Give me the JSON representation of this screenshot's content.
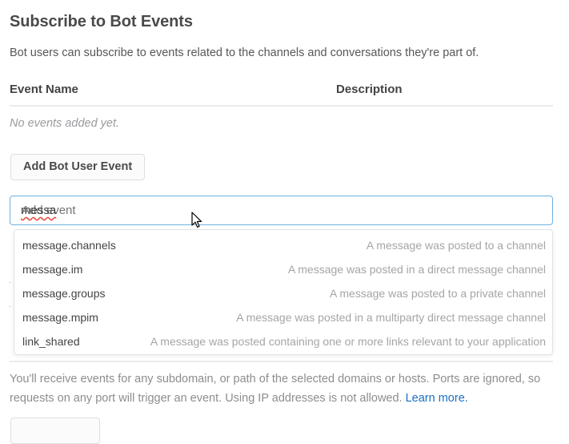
{
  "section": {
    "title": "Subscribe to Bot Events",
    "description": "Bot users can subscribe to events related to the channels and conversations they're part of."
  },
  "table": {
    "columns": [
      "Event Name",
      "Description"
    ],
    "empty_message": "No events added yet."
  },
  "actions": {
    "add_bot_user_event": "Add Bot User Event"
  },
  "combobox": {
    "value": "messa",
    "placeholder": "Add event",
    "spellcheck_flagged": true
  },
  "dropdown": {
    "options": [
      {
        "name": "message.channels",
        "description": "A message was posted to a channel"
      },
      {
        "name": "message.im",
        "description": "A message was posted in a direct message channel"
      },
      {
        "name": "message.groups",
        "description": "A message was posted to a private channel"
      },
      {
        "name": "message.mpim",
        "description": "A message was posted in a multiparty direct message channel"
      },
      {
        "name": "link_shared",
        "description": "A message was posted containing one or more links relevant to your application"
      }
    ]
  },
  "help": {
    "text": "You'll receive events for any subdomain, or path of the selected domains or hosts. Ports are ignored, so requests on any port will trigger an event. Using IP addresses is not allowed. ",
    "link_label": "Learn more."
  },
  "colors": {
    "accent_link": "#1b6ec2",
    "input_focus_border": "#6fb2e0",
    "spellcheck_underline": "#e8463a",
    "text_primary": "#454245",
    "text_muted": "#a6a4a8",
    "divider": "#ebebeb"
  }
}
